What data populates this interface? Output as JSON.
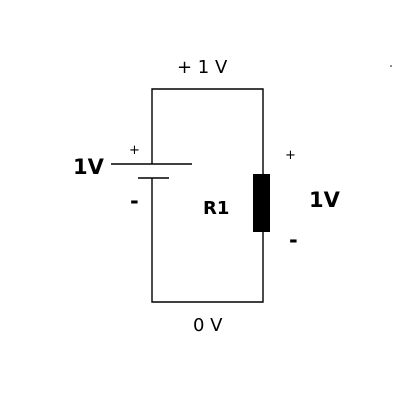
{
  "labels": {
    "top_voltage": "+ 1 V",
    "bottom_voltage": "0 V",
    "battery_voltage": "1V",
    "battery_plus": "+",
    "battery_minus": "-",
    "resistor_name": "R1",
    "resistor_voltage": "1V",
    "resistor_plus": "+",
    "resistor_minus": "-"
  },
  "colors": {
    "wire": "#000000",
    "resistor": "#000000",
    "text": "#000000",
    "background": "#ffffff"
  }
}
